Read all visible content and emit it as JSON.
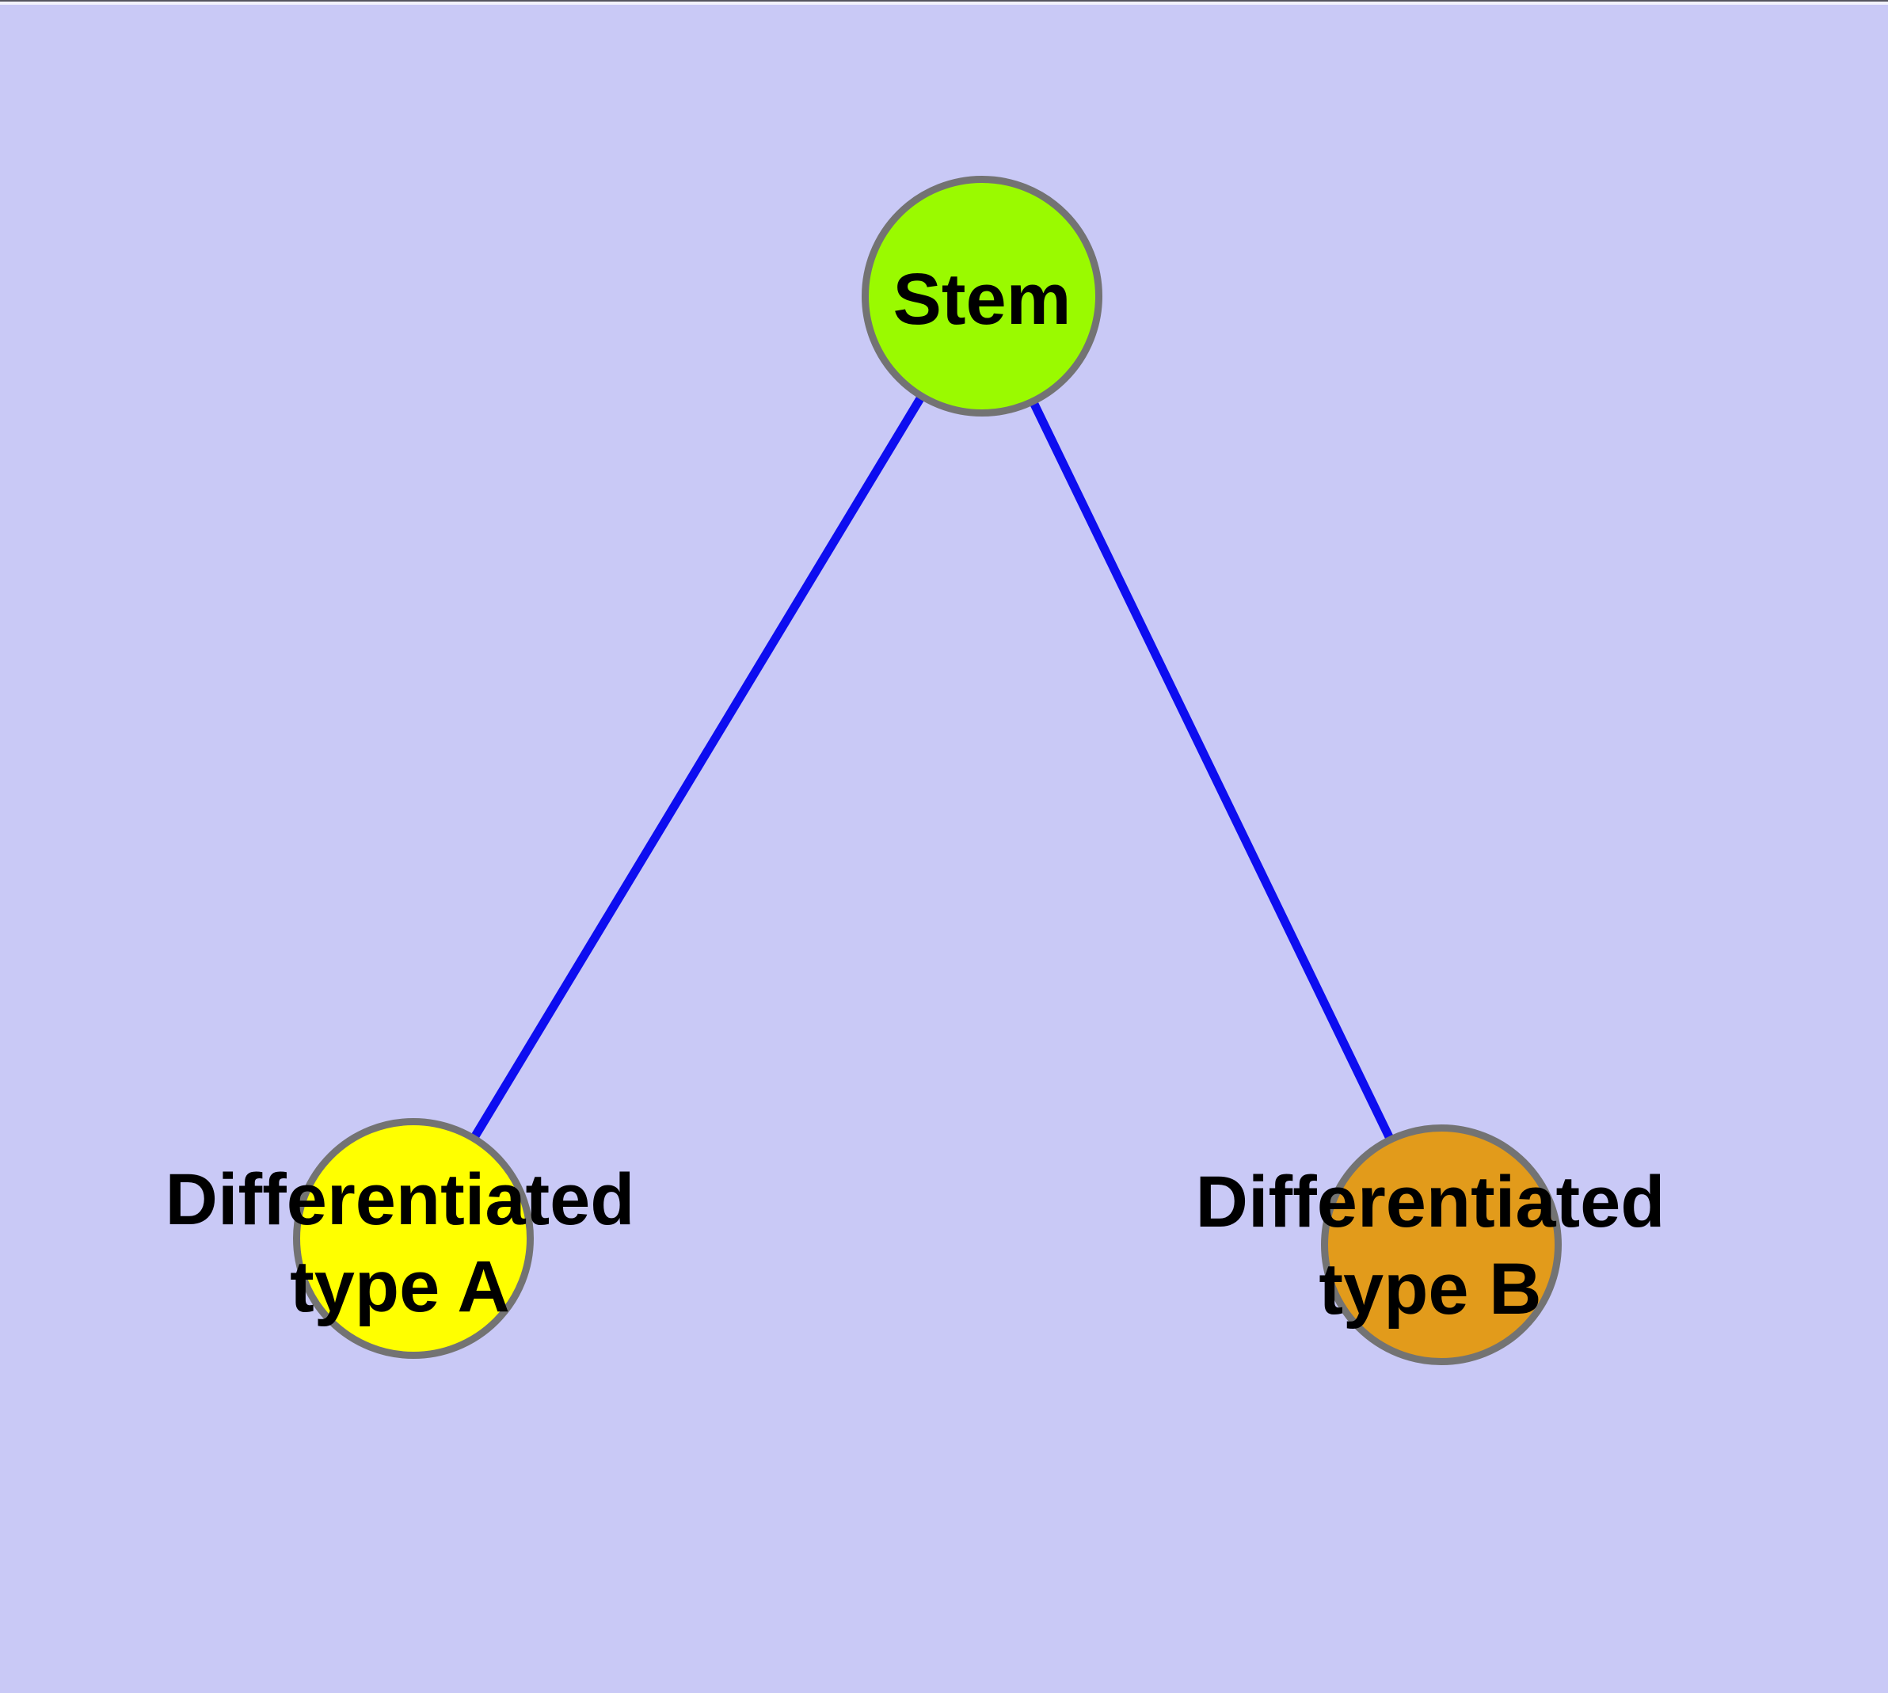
{
  "diagram": {
    "background_color": "#c9c9f6",
    "edge_color": "#0d0df0",
    "node_border_color": "#737373",
    "label_color": "#000000",
    "nodes": [
      {
        "id": "stem",
        "label": "Stem",
        "lines": [
          "Stem"
        ],
        "fill": "#9afa00"
      },
      {
        "id": "differentiated-type-a",
        "label": "Differentiated type A",
        "lines": [
          "Differentiated",
          "type A"
        ],
        "fill": "#ffff00"
      },
      {
        "id": "differentiated-type-b",
        "label": "Differentiated type B",
        "lines": [
          "Differentiated",
          "type B"
        ],
        "fill": "#e29b1b"
      }
    ],
    "edges": [
      {
        "from": "stem",
        "to": "differentiated-type-a"
      },
      {
        "from": "stem",
        "to": "differentiated-type-b"
      }
    ]
  }
}
